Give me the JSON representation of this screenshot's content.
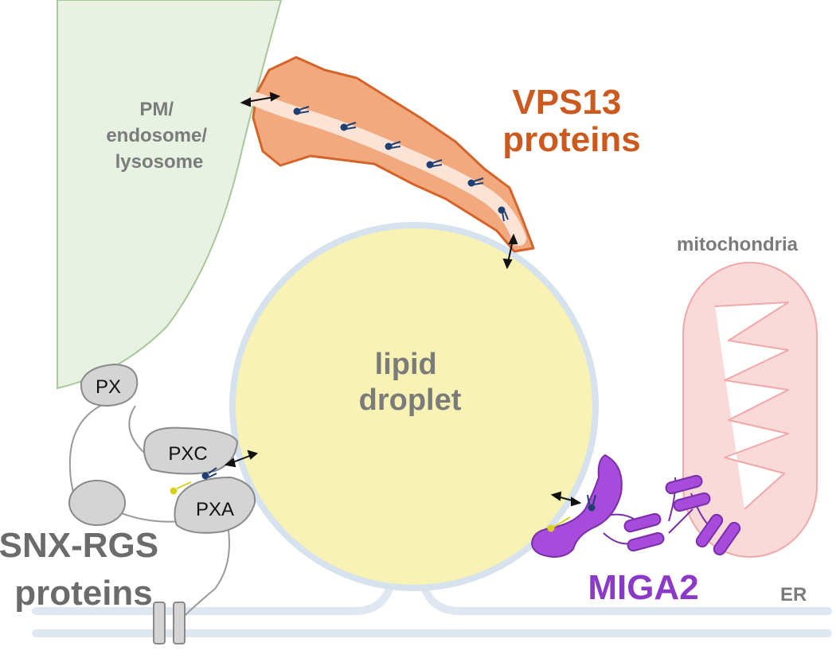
{
  "labels": {
    "pm": [
      "PM/",
      "endosome/",
      "lysosome"
    ],
    "vps13": [
      "VPS13",
      "proteins"
    ],
    "mito": "mitochondria",
    "lipid": [
      "lipid",
      "droplet"
    ],
    "snx": [
      "SNX-RGS",
      "proteins"
    ],
    "miga2": "MIGA2",
    "er": "ER",
    "domains": {
      "px": "PX",
      "pxc": "PXC",
      "pxa": "PXA"
    }
  },
  "colors": {
    "pm_fill": "#e8f2e2",
    "pm_edge": "#a9c79b",
    "vps13_fill": "#f2a97d",
    "vps13_edge": "#d4642a",
    "vps13_text": "#cc5a1e",
    "channel": "#fbe3d5",
    "lipid_fill": "#f8f3b4",
    "lipid_edge": "#d6e2ee",
    "mito_fill": "#fad9d9",
    "mito_edge": "#f0a8a8",
    "miga2": "#a64bdb",
    "miga2_edge": "#7a2fa8",
    "miga2_text": "#8a3ac6",
    "gray_text": "#7b7b7b",
    "snx_text": "#6b6b6b",
    "domain_fill": "#d4d4d4",
    "domain_edge": "#8a8a8a",
    "er": "#dfe7f1",
    "lipid_mol": "#1f3f73",
    "yellow_lipid": "#d8d21f"
  }
}
